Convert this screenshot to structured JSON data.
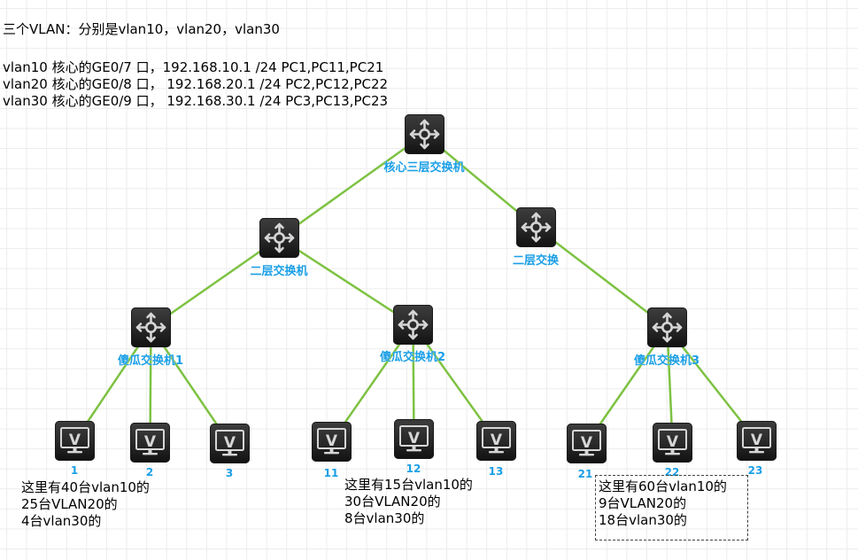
{
  "header": {
    "summary": "三个VLAN：分别是vlan10，vlan20，vlan30",
    "vlan_rows": [
      "vlan10  核心的GE0/7 口，192.168.10.1 /24  PC1,PC11,PC21",
      "vlan20  核心的GE0/8 口， 192.168.20.1 /24  PC2,PC12,PC22",
      "vlan30  核心的GE0/9 口， 192.168.30.1 /24  PC3,PC13,PC23"
    ]
  },
  "colors": {
    "link": "#7dc242",
    "label": "#1a9fe6",
    "device_bg": "#222222",
    "grid": "#ececec"
  },
  "switches": {
    "core": {
      "label": "核心三层交换机",
      "icon": "switch-icon"
    },
    "l2_left": {
      "label": "二层交换机",
      "icon": "switch-icon"
    },
    "l2_right": {
      "label": "二层交换",
      "icon": "switch-icon"
    },
    "access1": {
      "label": "傻瓜交换机1",
      "icon": "switch-icon"
    },
    "access2": {
      "label": "傻瓜交换机2",
      "icon": "switch-icon"
    },
    "access3": {
      "label": "傻瓜交换机3",
      "icon": "switch-icon"
    }
  },
  "pcs": {
    "pc1": {
      "label": "1",
      "icon": "pc-monitor-icon"
    },
    "pc2": {
      "label": "2",
      "icon": "pc-monitor-icon"
    },
    "pc3": {
      "label": "3",
      "icon": "pc-monitor-icon"
    },
    "pc11": {
      "label": "11",
      "icon": "pc-monitor-icon"
    },
    "pc12": {
      "label": "12",
      "icon": "pc-monitor-icon"
    },
    "pc13": {
      "label": "13",
      "icon": "pc-monitor-icon"
    },
    "pc21": {
      "label": "21",
      "icon": "pc-monitor-icon"
    },
    "pc22": {
      "label": "22",
      "icon": "pc-monitor-icon"
    },
    "pc23": {
      "label": "23",
      "icon": "pc-monitor-icon"
    }
  },
  "monitor_glyph": "V",
  "links": [
    [
      "core",
      "l2_left"
    ],
    [
      "core",
      "l2_right"
    ],
    [
      "l2_left",
      "access1"
    ],
    [
      "l2_left",
      "access2"
    ],
    [
      "l2_right",
      "access3"
    ],
    [
      "access1",
      "pc1"
    ],
    [
      "access1",
      "pc2"
    ],
    [
      "access1",
      "pc3"
    ],
    [
      "access2",
      "pc11"
    ],
    [
      "access2",
      "pc12"
    ],
    [
      "access2",
      "pc13"
    ],
    [
      "access3",
      "pc21"
    ],
    [
      "access3",
      "pc22"
    ],
    [
      "access3",
      "pc23"
    ]
  ],
  "notes": {
    "group1": [
      "这里有40台vlan10的",
      "25台VLAN20的",
      "4台vlan30的"
    ],
    "group2": [
      "这里有15台vlan10的",
      "30台VLAN20的",
      "8台vlan30的"
    ],
    "group3": [
      "这里有60台vlan10的",
      "9台VLAN20的",
      "18台vlan30的"
    ]
  }
}
